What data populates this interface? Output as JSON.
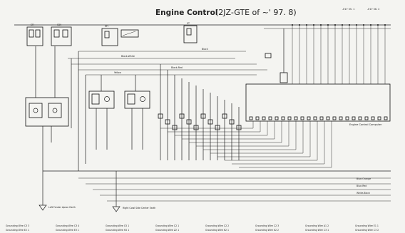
{
  "diagram": {
    "title": "Engine Control",
    "subtitle": "(2JZ-GTE of ~' 97. 8)",
    "ref_codes": [
      "-E17 55. 1",
      "-E17 56. 2"
    ],
    "components": {
      "relay_1": "EFI",
      "relay_2": "IGN",
      "relay_3": "EFI",
      "relay_4": "ST",
      "ecu": "Engine Control Computer"
    },
    "wire_labels": {
      "black": "Black",
      "black_white": "Black-White",
      "black_red": "Black-Red",
      "yellow": "Yellow",
      "blue_orange": "Blue-Orange",
      "blue_red": "Blue-Red",
      "white_black": "White-Black"
    },
    "ground_labels": [
      "Left Fender Apron Earth",
      "Right Cowl Side Center Earth"
    ],
    "footer_items": [
      "Grounding Wire C3 3",
      "Grounding Wire C3 4",
      "Grounding Wire C5 1",
      "Grounding Wire C2 1",
      "Grounding Wire C2 2",
      "Grounding Wire C2 3",
      "Grounding Wire A1 2",
      "Grounding Wire E1 1",
      "Grounding Wire E2 1",
      "Grounding Wire E3 1",
      "Grounding Wire H2 1",
      "Grounding Wire Z2 1",
      "Grounding Wire K2 1",
      "Grounding Wire K2 2",
      "Grounding Wire C3 1",
      "Grounding Wire C3 2"
    ]
  }
}
